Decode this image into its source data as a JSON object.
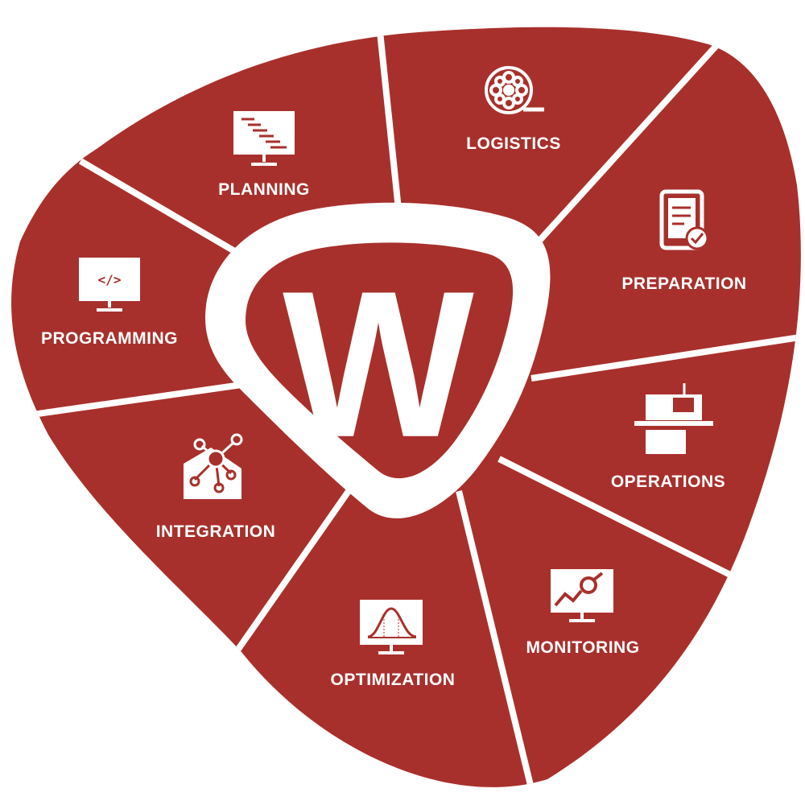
{
  "diagram": {
    "center_logo": {
      "letter": "W"
    },
    "colors": {
      "segment_fill": "#A8302C",
      "divider": "#ffffff",
      "icon": "#ffffff"
    },
    "segments": [
      {
        "label": "LOGISTICS",
        "icon": "film-reel-icon"
      },
      {
        "label": "PREPARATION",
        "icon": "tablet-checklist-icon"
      },
      {
        "label": "OPERATIONS",
        "icon": "machine-tool-icon"
      },
      {
        "label": "MONITORING",
        "icon": "monitor-chart-magnifier-icon"
      },
      {
        "label": "OPTIMIZATION",
        "icon": "monitor-bell-curve-icon"
      },
      {
        "label": "INTEGRATION",
        "icon": "network-nodes-icon"
      },
      {
        "label": "PROGRAMMING",
        "icon": "monitor-code-icon"
      },
      {
        "label": "PLANNING",
        "icon": "monitor-gantt-icon"
      }
    ]
  }
}
